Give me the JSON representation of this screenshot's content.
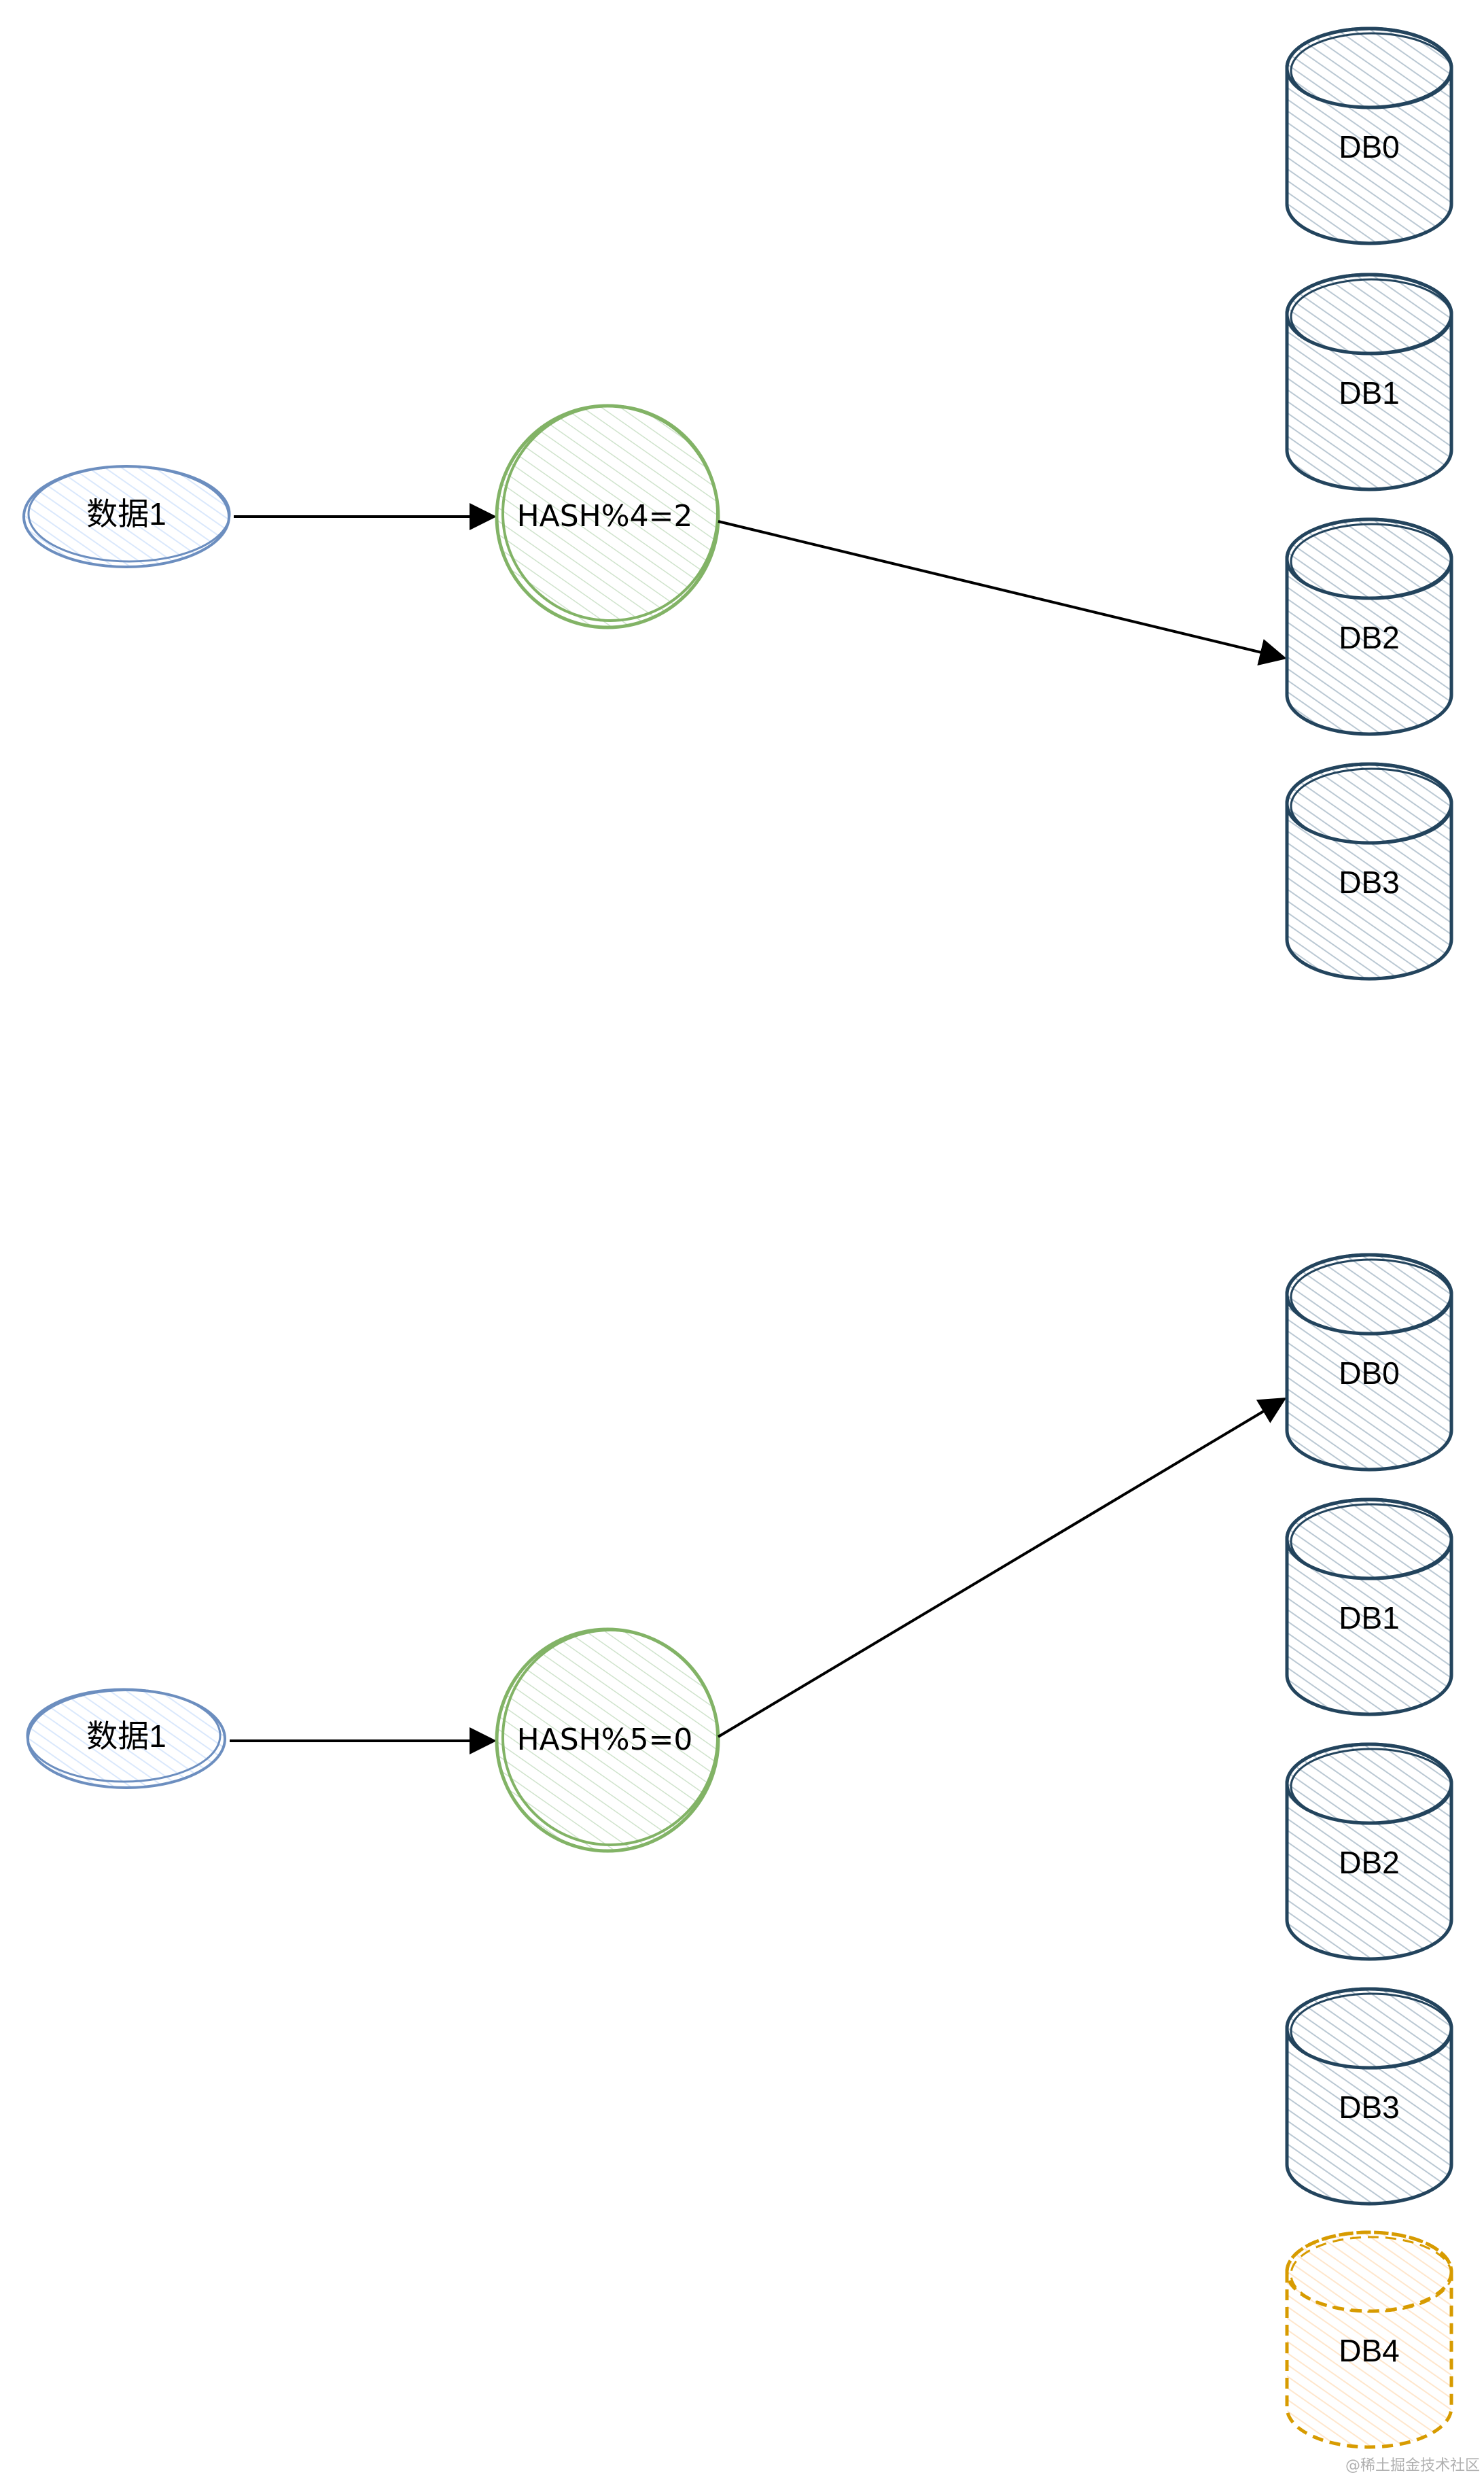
{
  "colors": {
    "data_stroke": "#6c8ebf",
    "data_fill": "#dae8fc",
    "hash_stroke": "#82b366",
    "hash_fill": "#d5e8d4",
    "db_stroke": "#23445d",
    "db_fill": "#bac8d3",
    "new_db_stroke": "#d79b00",
    "new_db_fill": "#ffe6cc",
    "arrow": "#000000"
  },
  "top_diagram": {
    "data_label": "数据1",
    "hash_label": "HASH%4=2",
    "target_db": "DB2",
    "databases": [
      "DB0",
      "DB1",
      "DB2",
      "DB3"
    ]
  },
  "bottom_diagram": {
    "data_label": "数据1",
    "hash_label": "HASH%5=0",
    "target_db": "DB0",
    "databases": [
      "DB0",
      "DB1",
      "DB2",
      "DB3"
    ],
    "new_database": "DB4"
  },
  "watermark": "@稀土掘金技术社区"
}
